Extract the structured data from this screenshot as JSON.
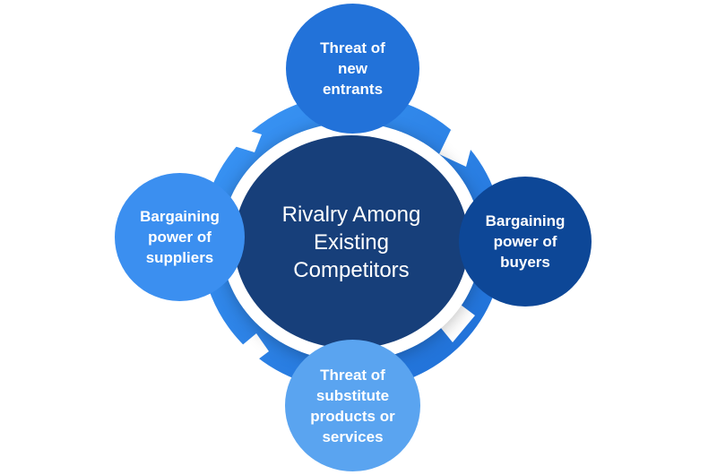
{
  "center": {
    "text": "Rivalry Among\nExisting\nCompetitors"
  },
  "forces": {
    "top": "Threat of\nnew\nentrants",
    "left": "Bargaining\npower of\nsuppliers",
    "right": "Bargaining\npower of\nbuyers",
    "bottom": "Threat of\nsubstitute\nproducts or\nservices"
  },
  "colors": {
    "ring": "#2b86f0",
    "center": "#173f7a",
    "top": "#2272d9",
    "left": "#3b8ff0",
    "right": "#0d4797",
    "bottom": "#5aa4f0",
    "arrow": "#ffffff"
  }
}
